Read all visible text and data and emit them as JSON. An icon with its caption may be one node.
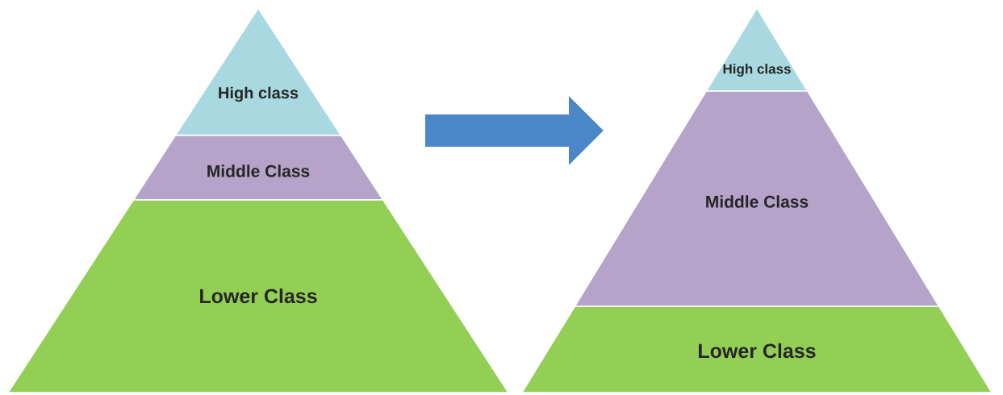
{
  "diagram": {
    "nodes": [
      {
        "text": [
          "High class"
        ]
      },
      {
        "text": [
          "Middle Class"
        ]
      },
      {
        "text": [
          "Lower Class"
        ]
      },
      {
        "text": [
          "High class"
        ]
      },
      {
        "text": [
          "Middle Class"
        ]
      },
      {
        "text": [
          "Lower Class"
        ]
      }
    ]
  }
}
